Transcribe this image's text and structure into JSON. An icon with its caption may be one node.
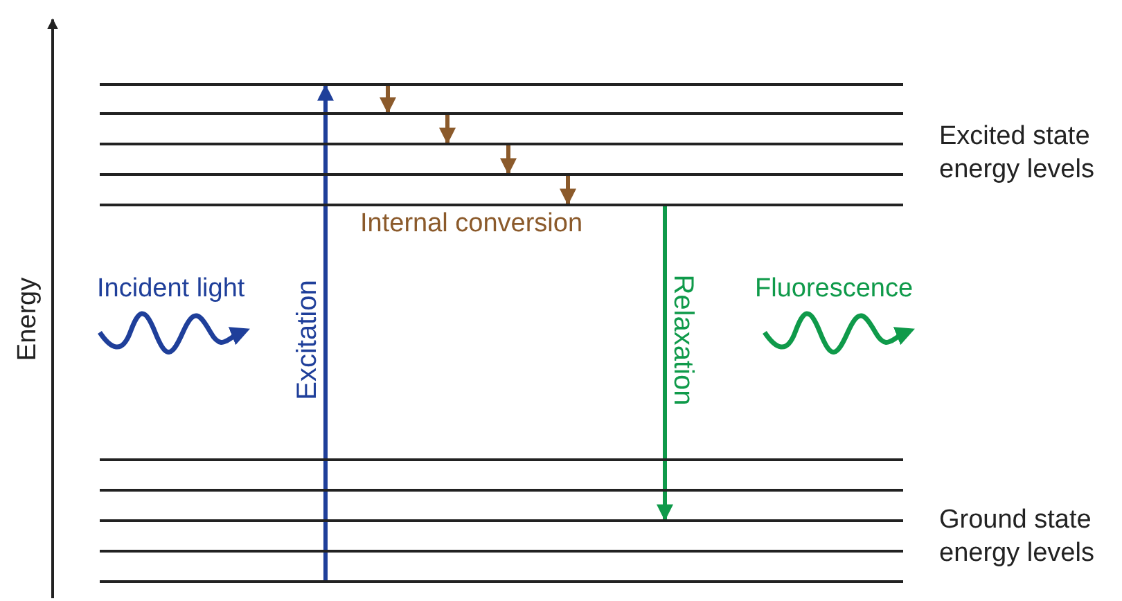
{
  "diagram": {
    "nodes": [
      {
        "text": [],
        "shape": "bar"
      },
      {
        "text": [],
        "shape": "bar"
      },
      {
        "text": [],
        "shape": "bar"
      },
      {
        "text": [],
        "shape": "bar"
      },
      {
        "text": [],
        "shape": "bar"
      },
      {
        "text": [],
        "shape": "bar"
      },
      {
        "text": [],
        "shape": "bar"
      },
      {
        "text": [],
        "shape": "bar"
      },
      {
        "text": [],
        "shape": "bar"
      },
      {
        "text": [],
        "shape": "bar"
      }
    ],
    "edges": [
      {
        "from": 9,
        "to": 0,
        "arrow": "to",
        "label": "Excitation",
        "color": "#1f3f9a"
      },
      {
        "from": 0,
        "to": 1,
        "arrow": "to",
        "color": "#8b5a2b"
      },
      {
        "from": 1,
        "to": 2,
        "arrow": "to",
        "color": "#8b5a2b"
      },
      {
        "from": 2,
        "to": 3,
        "arrow": "to",
        "color": "#8b5a2b"
      },
      {
        "from": 3,
        "to": 4,
        "arrow": "to",
        "color": "#8b5a2b"
      },
      {
        "from": 4,
        "to": 7,
        "arrow": "to",
        "label": "Relaxation",
        "color": "#0f9a4a"
      }
    ],
    "labels": [
      "Energy",
      "Excited state energy levels",
      "Internal conversion",
      "Incident light",
      "Fluorescence",
      "Ground state energy levels"
    ]
  }
}
